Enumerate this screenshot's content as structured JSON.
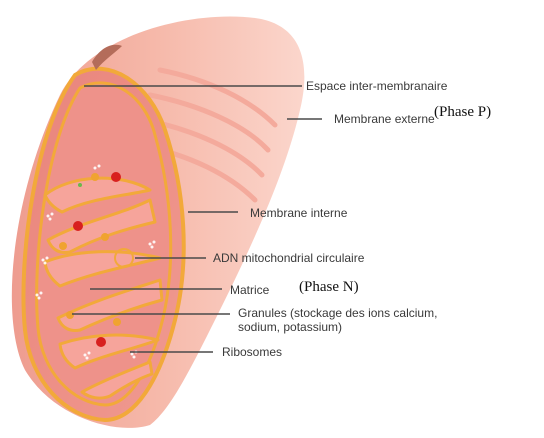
{
  "labels": {
    "espace": "Espace inter-membranaire",
    "membrane_externe": "Membrane externe",
    "phase_p": "(Phase P)",
    "membrane_interne": "Membrane interne",
    "adn": "ADN mitochondrial circulaire",
    "matrice": "Matrice",
    "phase_n": "(Phase N)",
    "granules": "Granules (stockage des ions calcium,\nsodium, potassium)",
    "ribosomes": "Ribosomes"
  },
  "colors": {
    "outer_membrane": "#f6b3a4",
    "outer_membrane_light": "#fbd3c8",
    "inner_body": "#ec8a83",
    "inner_membrane": "#f2a93a",
    "matrix": "#f6a49b",
    "granule_red": "#d8201e",
    "granule_orange": "#f0a330",
    "leader_line": "#4a4a4a"
  }
}
